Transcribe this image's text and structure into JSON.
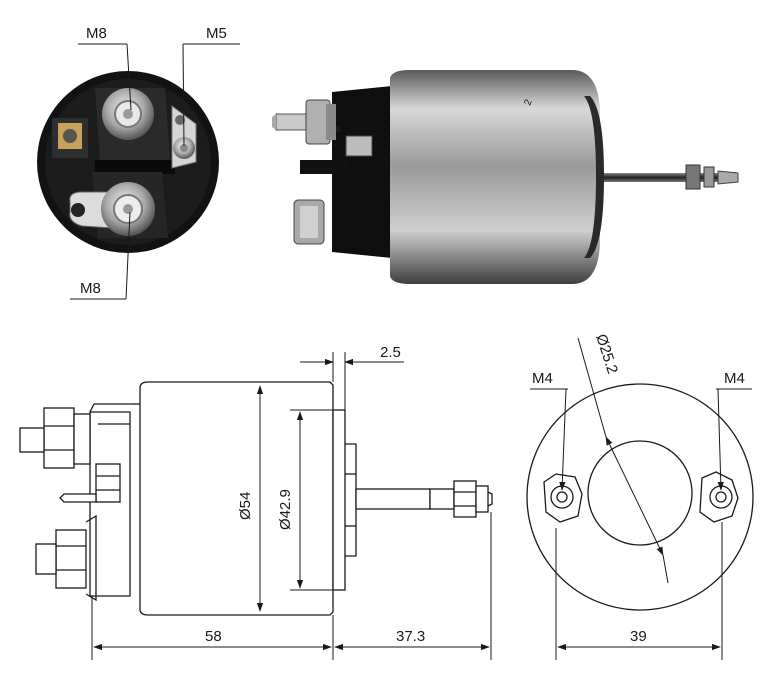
{
  "labels": {
    "terminal_top": "M8",
    "terminal_small": "M5",
    "terminal_bottom": "M8",
    "mount_left": "M4",
    "mount_right": "M4"
  },
  "dimensions": {
    "flange_gap": "2.5",
    "body_diameter": "Ø54",
    "flange_diameter": "Ø42.9",
    "body_length": "58",
    "plunger_length": "37.3",
    "hole_diameter": "Ø25.2",
    "mount_spacing": "39"
  },
  "colors": {
    "line": "#1a1a1a",
    "photo_dark": "#141414",
    "photo_metal": "#b9b9b9"
  }
}
